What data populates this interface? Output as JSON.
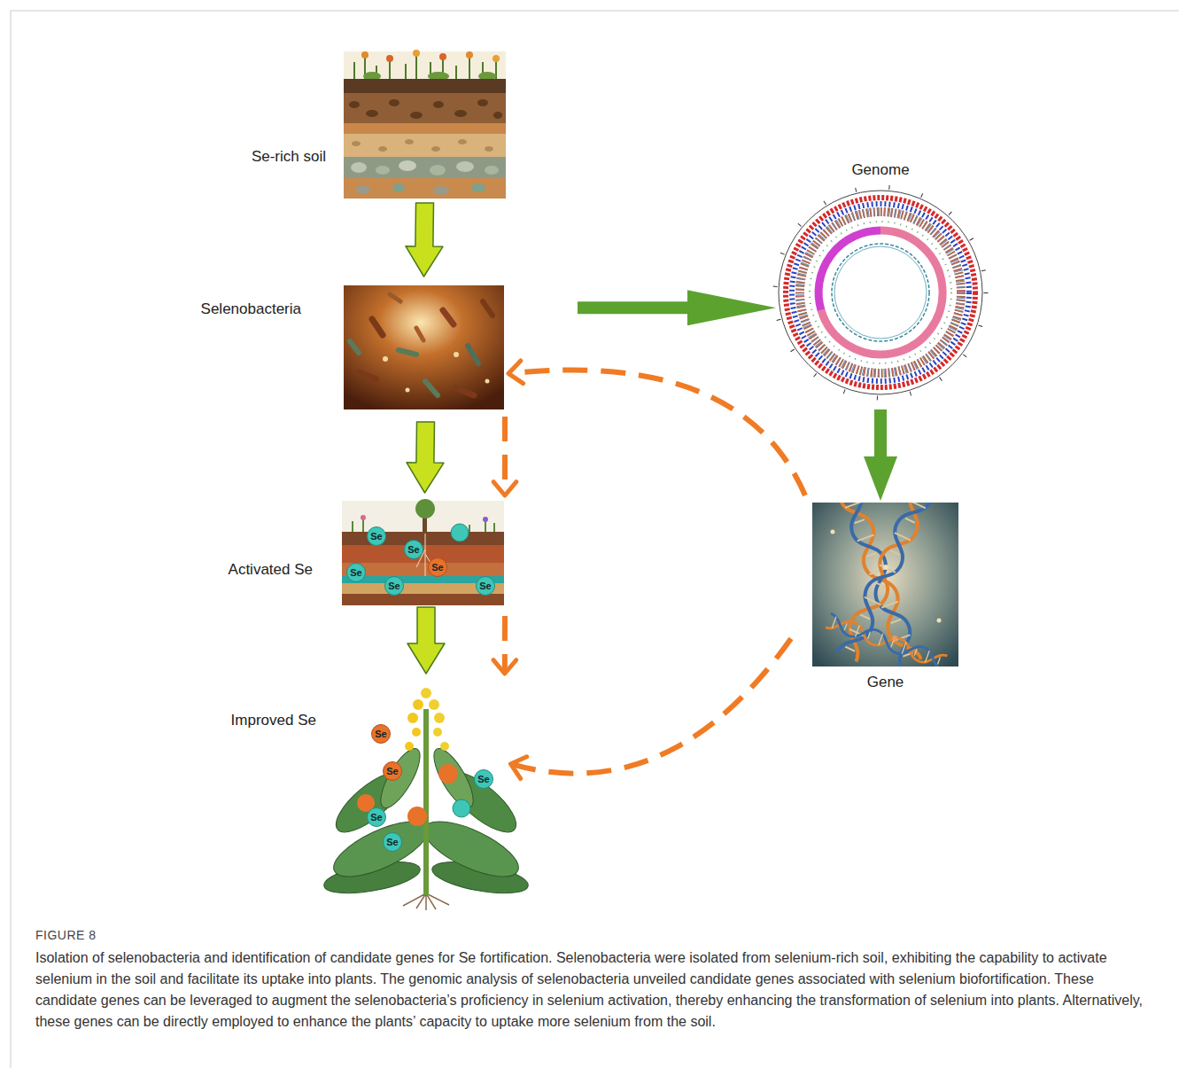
{
  "diagram": {
    "title": "FIGURE 8",
    "caption": "Isolation of selenobacteria and identification of candidate genes for Se fortification. Selenobacteria were isolated from selenium-rich soil, exhibiting the capability to activate selenium in the soil and facilitate its uptake into plants. The genomic analysis of selenobacteria unveiled candidate genes associated with selenium biofortification. These candidate genes can be leveraged to augment the selenobacteria’s proficiency in selenium activation, thereby enhancing the transformation of selenium into plants. Alternatively, these genes can be directly employed to enhance the plants’ capacity to uptake more selenium from the soil.",
    "nodes": [
      {
        "text": [
          "Se-rich soil"
        ]
      },
      {
        "text": [
          "Selenobacteria"
        ]
      },
      {
        "text": [
          "Activated Se"
        ]
      },
      {
        "text": [
          "Se"
        ],
        "in": 2
      },
      {
        "text": [
          "Se"
        ],
        "in": 2
      },
      {
        "text": [
          "Se"
        ],
        "in": 2
      },
      {
        "text": [
          "Se"
        ],
        "in": 2
      },
      {
        "text": [
          "Se"
        ],
        "in": 2
      },
      {
        "text": [
          "Se"
        ],
        "in": 2
      },
      {
        "text": [
          "Improved Se"
        ]
      },
      {
        "text": [
          "Se"
        ],
        "in": 9
      },
      {
        "text": [
          "Se"
        ],
        "in": 9
      },
      {
        "text": [
          "Se"
        ],
        "in": 9
      },
      {
        "text": [
          "Se"
        ],
        "in": 9
      },
      {
        "text": [
          "Se"
        ],
        "in": 9
      },
      {
        "text": [
          "Genome"
        ]
      },
      {
        "text": [
          "Gene"
        ]
      }
    ],
    "edges": [
      {
        "from": 0,
        "to": 1,
        "arrow": "to"
      },
      {
        "from": 1,
        "to": 2,
        "arrow": "to"
      },
      {
        "from": 2,
        "to": 9,
        "arrow": "to"
      },
      {
        "from": 1,
        "to": 15,
        "arrow": "to"
      },
      {
        "from": 15,
        "to": 16,
        "arrow": "to"
      },
      {
        "from": 1,
        "to": 2,
        "arrow": "to"
      },
      {
        "from": 2,
        "to": 9,
        "arrow": "to"
      },
      {
        "from": 16,
        "to": 1,
        "arrow": "to"
      },
      {
        "from": 16,
        "to": 9,
        "arrow": "to"
      }
    ]
  }
}
